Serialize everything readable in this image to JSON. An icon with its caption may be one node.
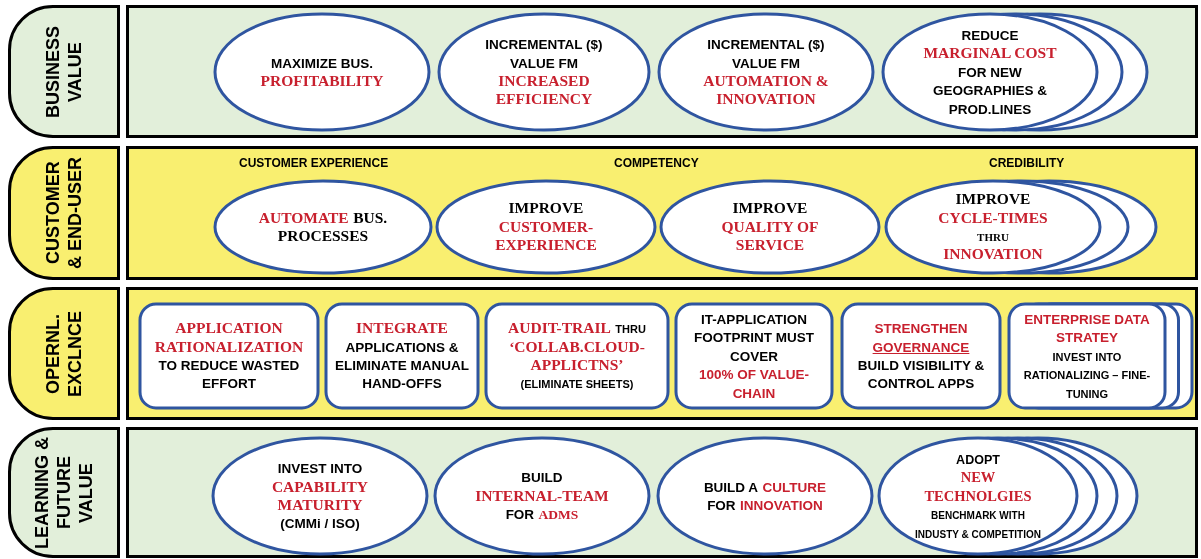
{
  "diagram": {
    "nodes": [
      {
        "text": [
          "BUSINESS VALUE"
        ]
      },
      {
        "text": [],
        "shape": "box"
      },
      {
        "text": [
          "MAXIMIZE BUS.",
          "PROFITABILITY"
        ],
        "in": 1
      },
      {
        "text": [
          "INCREMENTAL ($) VALUE FM",
          "INCREASED EFFICIENCY"
        ],
        "in": 1
      },
      {
        "text": [
          "INCREMENTAL ($) VALUE FM",
          "AUTOMATION & INNOVATION"
        ],
        "in": 1
      },
      {
        "text": [
          "REDUCE",
          "MARGINAL COST",
          "FOR NEW GEOGRAPHIES & PROD.LINES"
        ],
        "in": 1
      },
      {
        "text": [
          "CUSTOMER & END-USER"
        ]
      },
      {
        "text": [],
        "shape": "box"
      },
      {
        "text": [
          "AUTOMATE",
          "BUS. PROCESSES"
        ],
        "in": 7
      },
      {
        "text": [
          "IMPROVE",
          "CUSTOMER-EXPERIENCE"
        ],
        "in": 7
      },
      {
        "text": [
          "IMPROVE",
          "QUALITY OF SERVICE"
        ],
        "in": 7
      },
      {
        "text": [
          "IMPROVE",
          "CYCLE-TIMES",
          "THRU",
          "INNOVATION"
        ],
        "in": 7
      },
      {
        "text": [
          "OPERNL. EXCLNCE"
        ]
      },
      {
        "text": [],
        "shape": "box"
      },
      {
        "text": [
          "APPLICATION RATIONALIZATION",
          "TO REDUCE WASTED EFFORT"
        ],
        "in": 13
      },
      {
        "text": [
          "INTEGRATE",
          "APPLICATIONS & ELIMINATE MANUAL HAND-OFFS"
        ],
        "in": 13
      },
      {
        "text": [
          "AUDIT-TRAIL",
          "THRU",
          "‘COLLAB.CLOUD-APPLICTNS’",
          "(ELIMINATE SHEETS)"
        ],
        "in": 13
      },
      {
        "text": [
          "IT-APPLICATION FOOTPRINT MUST COVER",
          "100% OF VALUE-CHAIN"
        ],
        "in": 13
      },
      {
        "text": [
          "STRENGTHEN",
          "GOVERNANCE",
          "BUILD VISIBILITY & CONTROL APPS"
        ],
        "in": 13
      },
      {
        "text": [
          "ENTERPRISE DATA STRATEY",
          "INVEST INTO RATIONALIZING – FINE-TUNING"
        ],
        "in": 13
      },
      {
        "text": [
          "LEARNING & FUTURE VALUE"
        ]
      },
      {
        "text": [],
        "shape": "box"
      },
      {
        "text": [
          "INVEST INTO",
          "CAPABILITY MATURITY",
          "(CMMi / ISO)"
        ],
        "in": 21
      },
      {
        "text": [
          "BUILD",
          "INTERNAL-TEAM",
          "FOR",
          "ADMS"
        ],
        "in": 21
      },
      {
        "text": [
          "BUILD A",
          "CULTURE",
          "FOR",
          "INNOVATION"
        ],
        "in": 21
      },
      {
        "text": [
          "ADOPT",
          "NEW TECHNOLGIES",
          "BENCHMARK WITH INDUSTY & COMPETITION"
        ],
        "in": 21
      }
    ],
    "labels": [
      "CUSTOMER EXPERIENCE",
      "COMPETENCY",
      "CREDIBILITY"
    ]
  }
}
